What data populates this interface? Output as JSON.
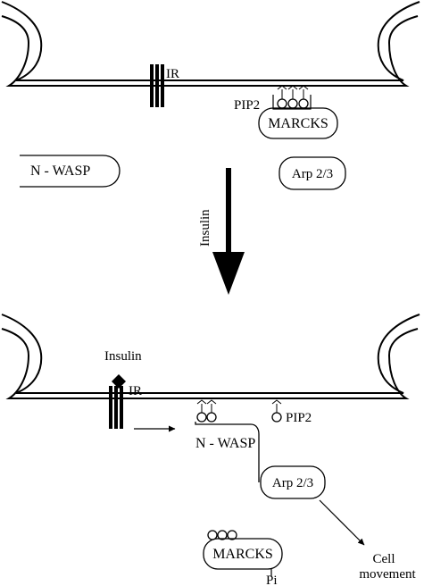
{
  "panels": {
    "before": {
      "receptor_label": "IR",
      "lipid_label": "PIP2",
      "marcks_label": "MARCKS",
      "nwasp_label": "N - WASP",
      "arp_label": "Arp 2/3"
    },
    "transition": {
      "arrow_label": "Insulin"
    },
    "after": {
      "ligand_label": "Insulin",
      "receptor_label": "IR",
      "lipid_label": "PIP2",
      "nwasp_label": "N - WASP",
      "arp_label": "Arp 2/3",
      "marcks_label": "MARCKS",
      "phosphate_label": "Pi",
      "outcome_line1": "Cell",
      "outcome_line2": "movement"
    }
  },
  "colors": {
    "ink": "#000000",
    "background": "#ffffff"
  }
}
